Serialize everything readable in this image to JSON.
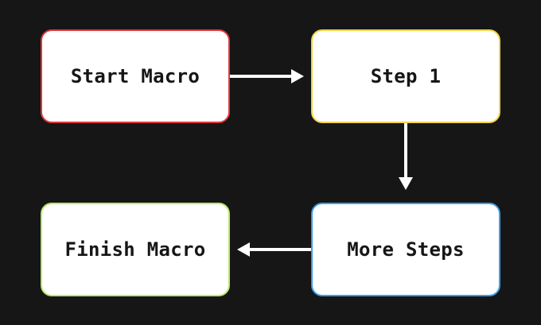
{
  "diagram": {
    "background": "#161616",
    "nodes": [
      {
        "id": "start",
        "label": "Start Macro",
        "border": "#e0383e"
      },
      {
        "id": "step1",
        "label": "Step 1",
        "border": "#f2d44a"
      },
      {
        "id": "more",
        "label": "More Steps",
        "border": "#3b9ee8"
      },
      {
        "id": "finish",
        "label": "Finish Macro",
        "border": "#b8e86a"
      }
    ],
    "edges": [
      {
        "from": "start",
        "to": "step1",
        "color": "#ffffff"
      },
      {
        "from": "step1",
        "to": "more",
        "color": "#ffffff"
      },
      {
        "from": "more",
        "to": "finish",
        "color": "#ffffff"
      }
    ]
  }
}
